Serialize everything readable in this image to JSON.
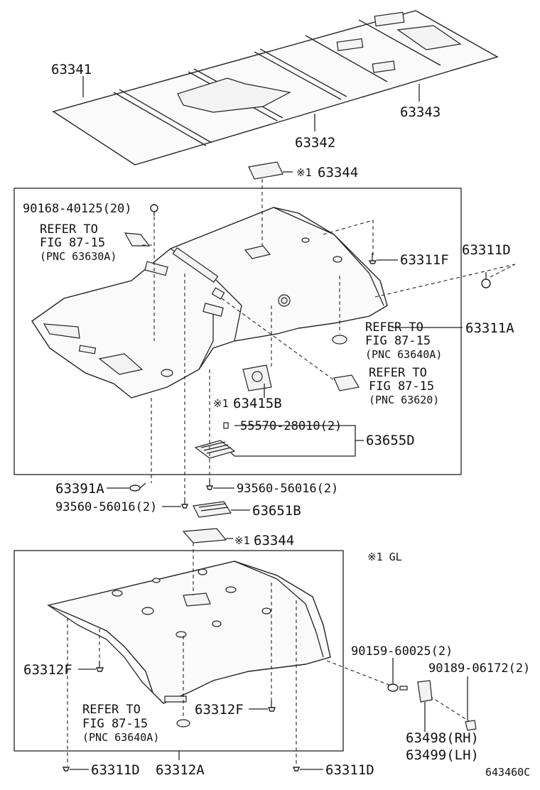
{
  "labels": {
    "p63341": "63341",
    "p63343": "63343",
    "p63342": "63342",
    "p63344_top": "63344",
    "mark1_top": "※1",
    "p90168": "90168-40125(20)",
    "ref1_l1": "REFER TO",
    "ref1_l2": "FIG 87-15",
    "ref1_l3": "(PNC 63630A)",
    "p63311D_right": "63311D",
    "p63311F": "63311F",
    "ref2_l1": "REFER TO",
    "ref2_l2": "FIG 87-15",
    "ref2_l3": "(PNC 63640A)",
    "p63311A": "63311A",
    "ref3_l1": "REFER TO",
    "ref3_l2": "FIG 87-15",
    "ref3_l3": "(PNC 63620)",
    "mark1_63415": "※1",
    "p63415B": "63415B",
    "p55570": "55570-28010(2)",
    "p63655D": "63655D",
    "p63391A": "63391A",
    "p93560_a": "93560-56016(2)",
    "p93560_b": "93560-56016(2)",
    "p63651B": "63651B",
    "mark1_mid": "※1",
    "p63344_mid": "63344",
    "gl_note": "※1 GL",
    "p90159": "90159-60025(2)",
    "p90189": "90189-06172(2)",
    "p63312F_left": "63312F",
    "p63312F_mid": "63312F",
    "ref4_l1": "REFER TO",
    "ref4_l2": "FIG 87-15",
    "ref4_l3": "(PNC 63640A)",
    "p63498": "63498(RH)",
    "p63499": "63499(LH)",
    "p63311D_bl": "63311D",
    "p63312A": "63312A",
    "p63311D_br": "63311D",
    "figure_code": "643460C"
  }
}
